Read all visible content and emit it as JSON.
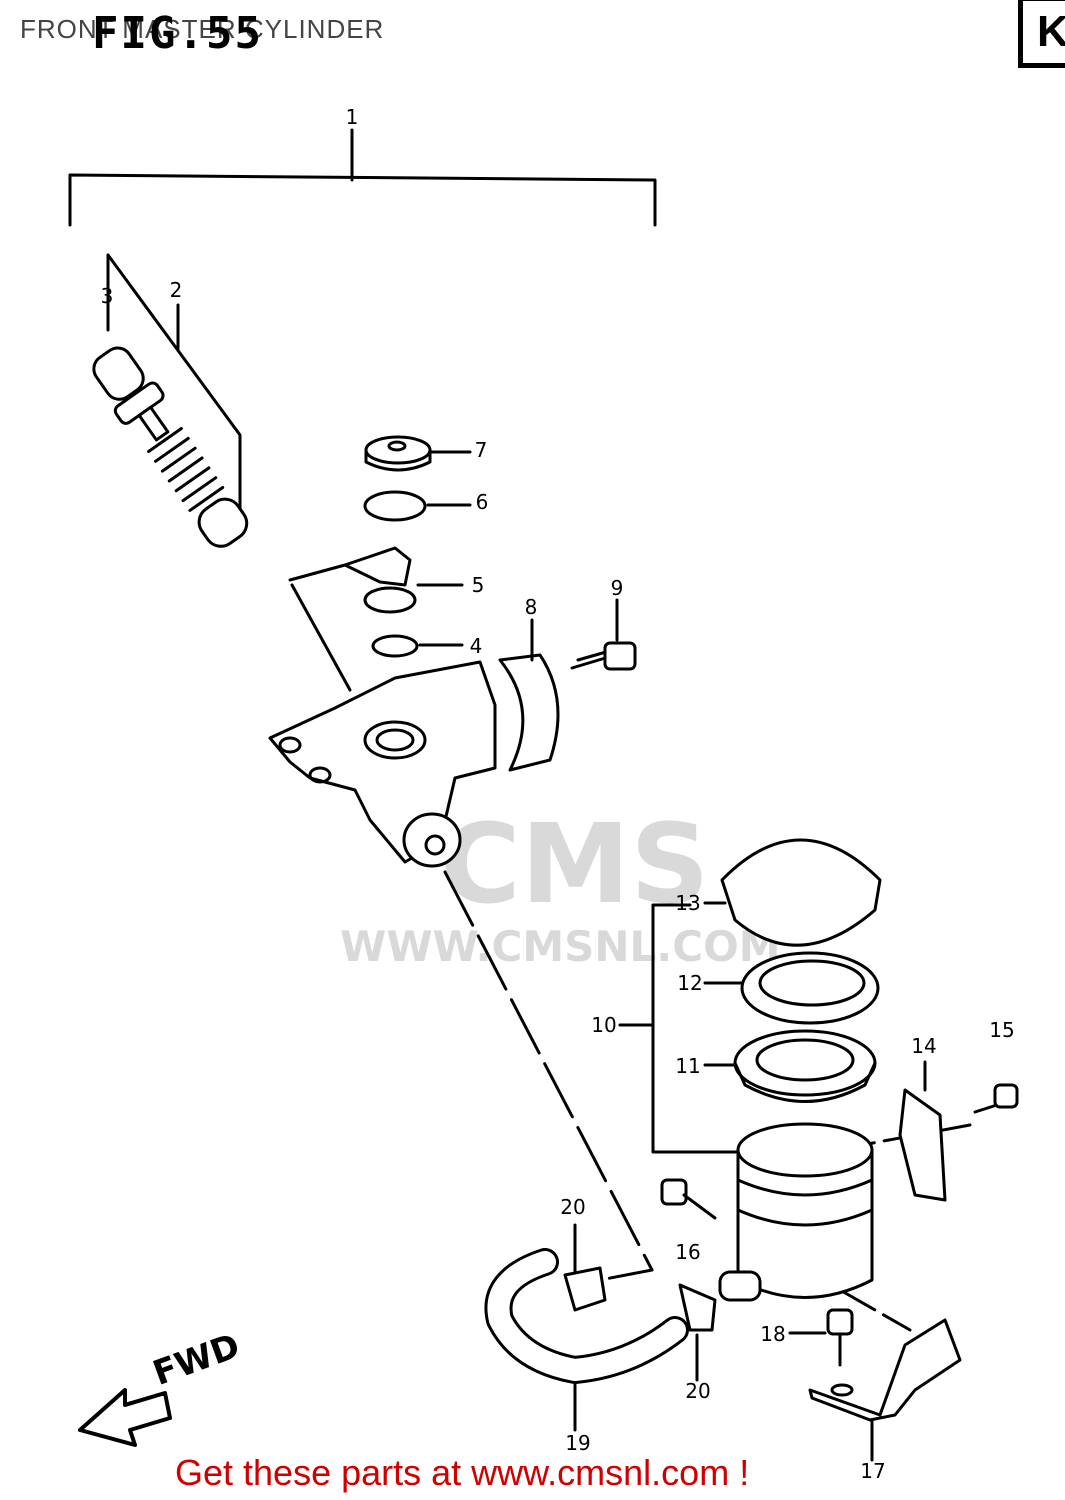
{
  "header": {
    "title": "FRONT MASTER CYLINDER",
    "figure_stamp": "FIG.55",
    "corner_letter": "K"
  },
  "watermark": {
    "logo_text": "CMS",
    "url_text": "WWW.CMSNL.COM"
  },
  "callouts": [
    {
      "id": "1",
      "label": "1"
    },
    {
      "id": "2",
      "label": "2"
    },
    {
      "id": "3",
      "label": "3"
    },
    {
      "id": "4",
      "label": "4"
    },
    {
      "id": "5",
      "label": "5"
    },
    {
      "id": "6",
      "label": "6"
    },
    {
      "id": "7",
      "label": "7"
    },
    {
      "id": "8",
      "label": "8"
    },
    {
      "id": "9",
      "label": "9"
    },
    {
      "id": "10",
      "label": "10"
    },
    {
      "id": "11",
      "label": "11"
    },
    {
      "id": "12",
      "label": "12"
    },
    {
      "id": "13",
      "label": "13"
    },
    {
      "id": "14",
      "label": "14"
    },
    {
      "id": "15",
      "label": "15"
    },
    {
      "id": "16",
      "label": "16"
    },
    {
      "id": "17",
      "label": "17"
    },
    {
      "id": "18",
      "label": "18"
    },
    {
      "id": "19",
      "label": "19"
    },
    {
      "id": "20a",
      "label": "20"
    },
    {
      "id": "20b",
      "label": "20"
    }
  ],
  "direction_marker": "FWD",
  "footer": {
    "promo_text": "Get these parts at www.cmsnl.com !"
  }
}
